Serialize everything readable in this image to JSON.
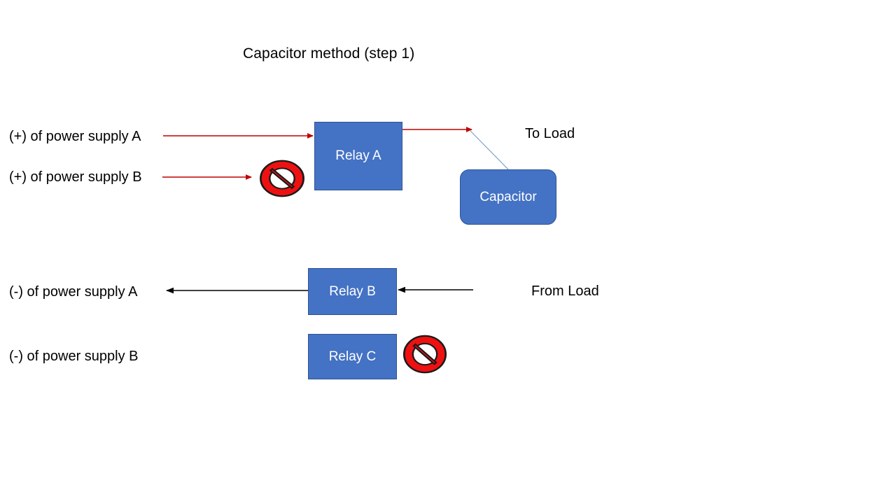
{
  "diagram": {
    "title": "Capacitor method (step 1)",
    "background_color": "#FFFFFF",
    "node_fill_color": "#4472C4",
    "node_border_color": "#2E5496",
    "node_text_color": "#FFFFFF",
    "red_arrow_color": "#C00000",
    "black_arrow_color": "#000000",
    "connector_color": "#7F9FC4",
    "no_sign_color": "#EE1111"
  },
  "labels": {
    "plus_supply_a": "(+) of power supply A",
    "plus_supply_b": "(+) of power supply B",
    "minus_supply_a": "(-) of power supply A",
    "minus_supply_b": "(-) of power supply B",
    "to_load": "To Load",
    "from_load": "From Load"
  },
  "nodes": {
    "relay_a": "Relay A",
    "relay_b": "Relay B",
    "relay_c": "Relay C",
    "capacitor": "Capacitor"
  },
  "icons": {
    "no_sign_supply_b": "prohibition-icon",
    "no_sign_relay_c": "prohibition-icon"
  },
  "connections": [
    {
      "name": "plus-supply-a-to-relay-a",
      "from": "(+) of power supply A",
      "to": "Relay A",
      "color": "#C00000",
      "direction": "right"
    },
    {
      "name": "plus-supply-b-blocked",
      "from": "(+) of power supply B",
      "to": "prohibition-icon",
      "color": "#C00000",
      "direction": "right"
    },
    {
      "name": "relay-a-to-load",
      "from": "Relay A",
      "to": "To Load",
      "color": "#C00000",
      "direction": "right"
    },
    {
      "name": "capacitor-to-output",
      "from": "Capacitor",
      "to": "relay-a-to-load",
      "color": "#7F9FC4",
      "direction": "none"
    },
    {
      "name": "relay-b-to-minus-supply-a",
      "from": "Relay B",
      "to": "(-) of power supply A",
      "color": "#000000",
      "direction": "left"
    },
    {
      "name": "from-load-to-relay-b",
      "from": "From Load",
      "to": "Relay B",
      "color": "#000000",
      "direction": "left"
    }
  ]
}
